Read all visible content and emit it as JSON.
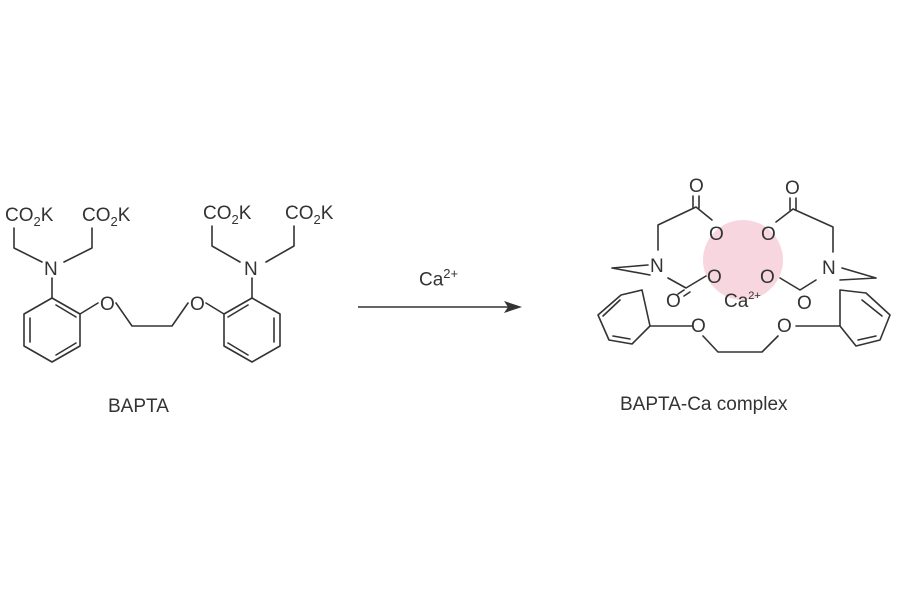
{
  "reactant": {
    "name": "BAPTA",
    "groups": [
      "CO2K",
      "CO2K",
      "CO2K",
      "CO2K"
    ],
    "atoms": {
      "nitrogen": "N",
      "oxygen": "O"
    }
  },
  "reaction": {
    "reagent": "Ca",
    "reagent_charge": "2+"
  },
  "product": {
    "name": "BAPTA-Ca complex",
    "metal_ion": "Ca",
    "metal_charge": "2+",
    "highlight_color": "#f7d6e0"
  }
}
